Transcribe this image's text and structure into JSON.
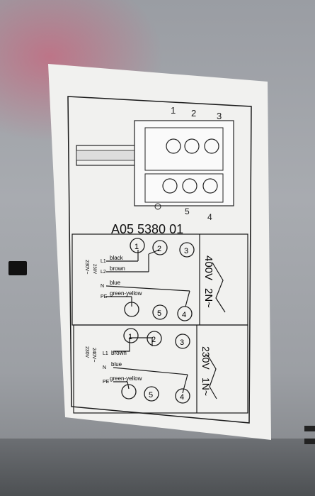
{
  "label": {
    "model_code": "A05 5380 01",
    "top_terminal_numbers": [
      "1",
      "2",
      "3"
    ],
    "bottom_terminal_numbers": [
      "5",
      "4"
    ],
    "diagram_400v": {
      "voltage": "400V",
      "phase": "2N~",
      "side_voltage": "230V~",
      "small_label": "230V",
      "lines": [
        "L1",
        "L2",
        "N",
        "PE"
      ],
      "wires": [
        "black",
        "brown",
        "blue",
        "green-yellow"
      ],
      "terminals": [
        "1",
        "2",
        "3",
        "5",
        "4"
      ]
    },
    "diagram_230v": {
      "voltage": "230V",
      "phase": "1N~",
      "side_voltage_a": "230V",
      "side_voltage_b": "240V~",
      "lines": [
        "L1",
        "N",
        "PE"
      ],
      "wires": [
        "brown",
        "blue",
        "green-yellow"
      ],
      "terminals": [
        "1",
        "2",
        "3",
        "5",
        "4"
      ]
    }
  },
  "colors": {
    "label_bg": "#f1f1ef",
    "ink": "#1a1a1a",
    "metal": "#a3a6ab"
  }
}
